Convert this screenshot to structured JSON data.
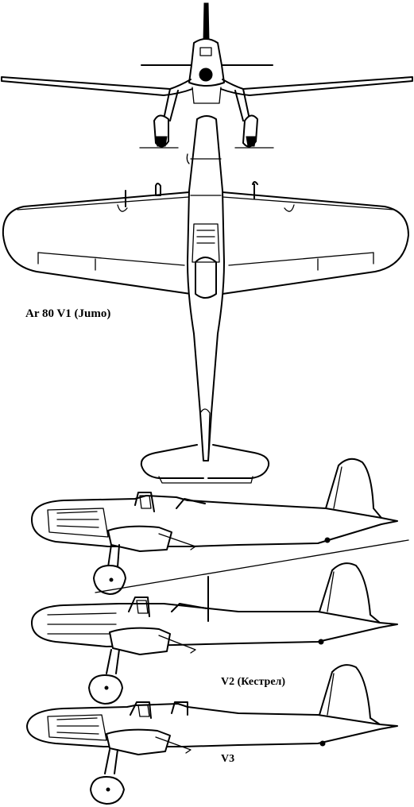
{
  "labels": {
    "v1": "Ar 80 V1 (Jumo)",
    "v2": "V2 (Кестрел)",
    "v3": "V3"
  }
}
